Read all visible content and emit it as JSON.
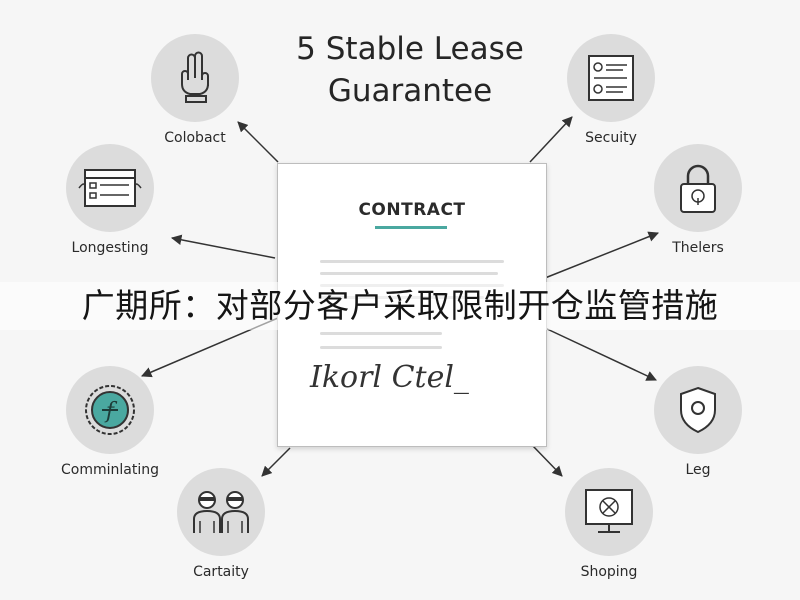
{
  "title_line1": "5 Stable Lease",
  "title_line2": "Guarantee",
  "document": {
    "heading": "CONTRACT",
    "signature": "Ikorl Ctel_"
  },
  "banner": "广期所：对部分客户采取限制开仓监管措施",
  "nodes": {
    "coloback": "Colobact",
    "longesting": "Longesting",
    "comminlating": "Comminlating",
    "cartaity": "Cartaity",
    "secuity": "Secuity",
    "thelers": "Thelers",
    "leg": "Leg",
    "shoping": "Shoping"
  },
  "colors": {
    "accent": "#4aa8a0",
    "circle": "#dcdcdc",
    "background": "#f6f6f6"
  },
  "icons": {
    "coloback": "hand-gesture-icon",
    "longesting": "form-list-icon",
    "comminlating": "currency-badge-icon",
    "cartaity": "two-people-icon",
    "secuity": "checklist-icon",
    "thelers": "padlock-icon",
    "leg": "shield-icon",
    "shoping": "monitor-icon"
  }
}
